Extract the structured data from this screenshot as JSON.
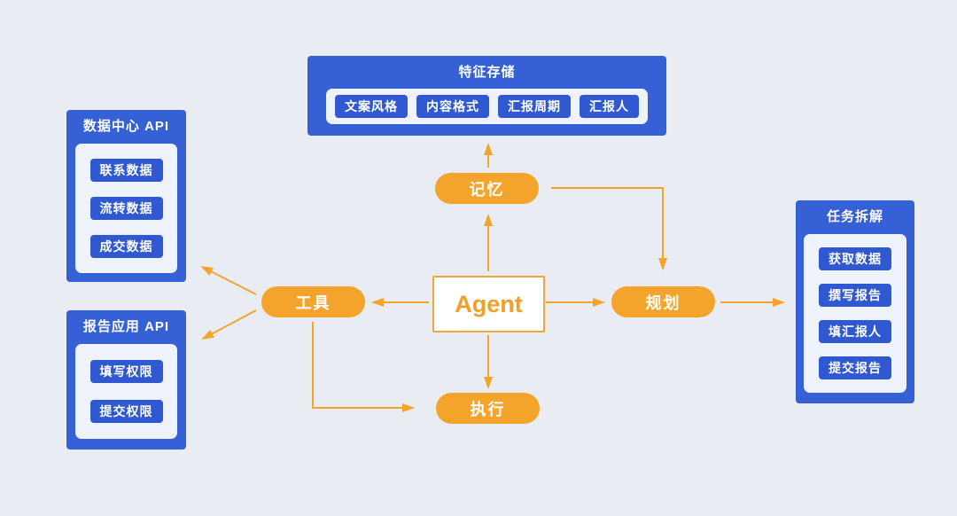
{
  "colors": {
    "background": "#e9edf3",
    "group_blue": "#3560d6",
    "chip_blue": "#3058d0",
    "panel_light": "#eef3fb",
    "accent_orange": "#f5a42b"
  },
  "agent": {
    "label": "Agent"
  },
  "pills": {
    "memory": "记忆",
    "tools": "工具",
    "planning": "规划",
    "execution": "执行"
  },
  "groups": {
    "feature_store": {
      "title": "特征存储",
      "items": [
        "文案风格",
        "内容格式",
        "汇报周期",
        "汇报人"
      ]
    },
    "data_center_api": {
      "title": "数据中心 API",
      "items": [
        "联系数据",
        "流转数据",
        "成交数据"
      ]
    },
    "report_app_api": {
      "title": "报告应用 API",
      "items": [
        "填写权限",
        "提交权限"
      ]
    },
    "task_breakdown": {
      "title": "任务拆解",
      "items": [
        "获取数据",
        "撰写报告",
        "填汇报人",
        "提交报告"
      ]
    }
  },
  "edges": [
    {
      "from": "Agent",
      "to": "记忆"
    },
    {
      "from": "记忆",
      "to": "特征存储"
    },
    {
      "from": "记忆",
      "to": "规划"
    },
    {
      "from": "Agent",
      "to": "工具"
    },
    {
      "from": "Agent",
      "to": "规划"
    },
    {
      "from": "Agent",
      "to": "执行"
    },
    {
      "from": "工具",
      "to": "数据中心 API"
    },
    {
      "from": "工具",
      "to": "报告应用 API"
    },
    {
      "from": "工具",
      "to": "执行"
    },
    {
      "from": "规划",
      "to": "任务拆解"
    }
  ]
}
